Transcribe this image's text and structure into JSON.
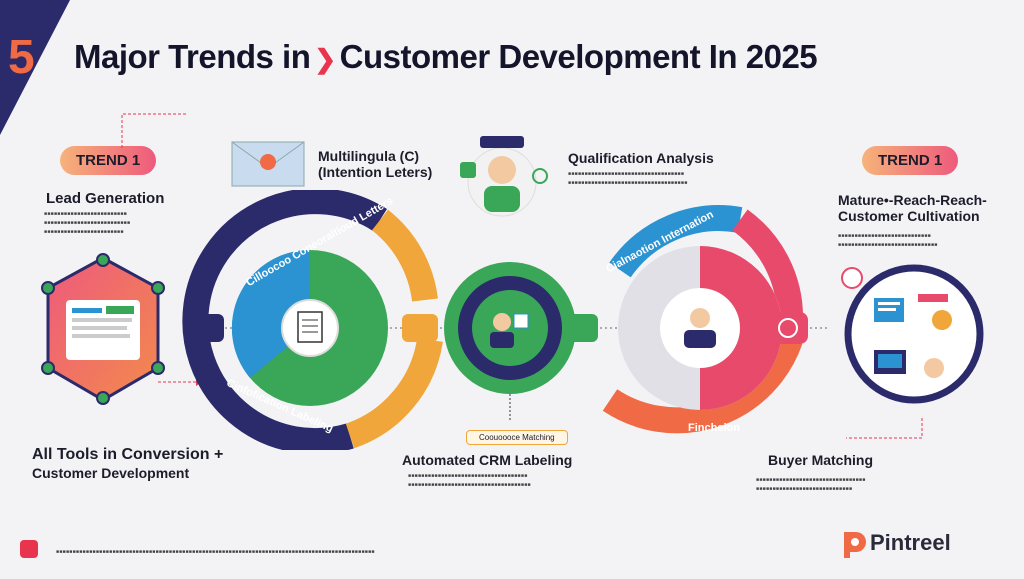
{
  "header": {
    "number": "5",
    "title_part1": "Major Trends in",
    "title_part2": "Customer Development In 2025"
  },
  "trend_left": {
    "badge": "TREND 1",
    "heading": "Lead Generation",
    "caption": "All Tools in Conversion +",
    "caption2": "Customer Development"
  },
  "trend_right": {
    "badge": "TREND 1",
    "heading_line1": "Mature•-Reach-Reach-",
    "heading_line2": "Customer Cultivation",
    "bottom_label": "Buyer Matching"
  },
  "center": {
    "letters_line1": "Multilingula (C)",
    "letters_line2": "(Intention Leters)",
    "qualification": "Qualification Analysis",
    "crm_label": "Automated CRM Labeling",
    "small_tag": "Coouoooce Matching",
    "left_ring_top": "Cilloocoo Coneoraltioud Letters",
    "left_ring_bottom": "Cinfofication Labeling",
    "right_ring_top": "Cialnaotion Internation",
    "right_ring_bottom": "Fincheion"
  },
  "brand": {
    "name": "Pintreel"
  },
  "colors": {
    "navy": "#2b2a6b",
    "orange": "#ef6a45",
    "red": "#e8344d",
    "green": "#3aa657",
    "blue": "#2b93d1",
    "amber": "#f0a63a",
    "pink": "#e84a6b"
  }
}
